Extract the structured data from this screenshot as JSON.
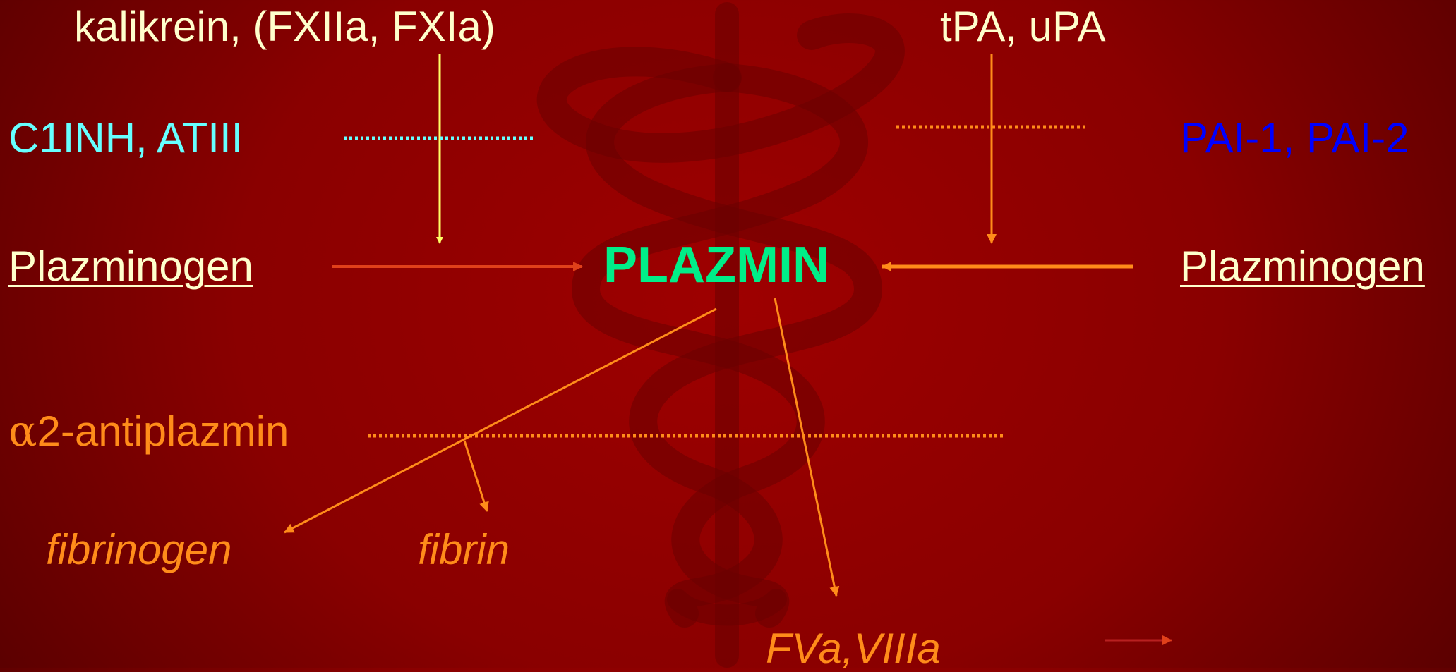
{
  "diagram": {
    "activators_left": "kalikrein, (FXIIa, FXIa)",
    "activators_right": "tPA, uPA",
    "inhibitors_left": "C1INH, ATIII",
    "inhibitors_right": "PAI-1, PAI-2",
    "substrate_left": "Plazminogen",
    "product": "PLAZMIN",
    "substrate_right": "Plazminogen",
    "antiplasmin_symbol": "α",
    "antiplasmin_rest": "2-antiplazmin",
    "target_fibrinogen": "fibrinogen",
    "target_fibrin": "fibrin",
    "target_factors": "FVa,VIIIa"
  },
  "colors": {
    "background": "#8a0000",
    "activator_text": "#ffffcc",
    "inhibitor_cyan": "#66ffff",
    "inhibitor_blue": "#0000ff",
    "plazmin": "#00ee88",
    "orange": "#ff8c1a",
    "arrow_yellow": "#ffff66",
    "arrow_red": "#e0401a"
  }
}
